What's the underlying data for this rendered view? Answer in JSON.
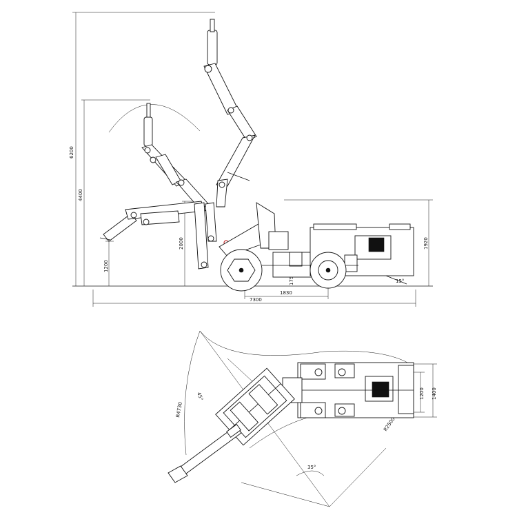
{
  "side_view": {
    "dims": {
      "height_max": "6200",
      "height_mid": "4400",
      "height_low": "1200",
      "height_2000": "2000",
      "height_1920": "1920",
      "length_total": "7300",
      "wheelbase": "1830",
      "ground_clear": "175",
      "angle": "15°"
    }
  },
  "top_view": {
    "dims": {
      "width_1200": "1200",
      "width_1400": "1400",
      "radius_outer": "R4730",
      "radius_inner": "R2500",
      "angle_a": "45°",
      "angle_b": "35°"
    }
  },
  "colors": {
    "line": "#111111",
    "joint_accent": "#c43030"
  }
}
